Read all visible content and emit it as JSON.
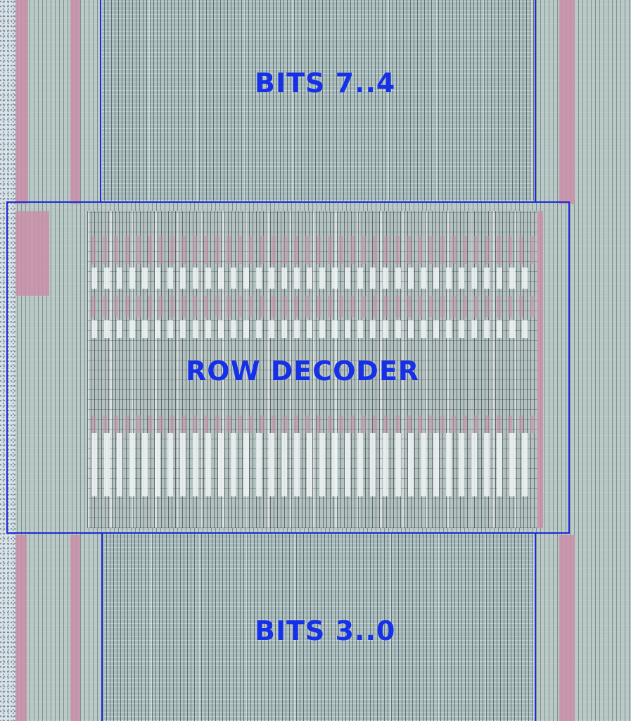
{
  "regions": {
    "upper_array": {
      "label": "BITS 7..4"
    },
    "row_decoder": {
      "label": "ROW DECODER"
    },
    "lower_array": {
      "label": "BITS 3..0"
    }
  },
  "colors": {
    "annotation_blue": "#1a2bd8",
    "poly_pink": "#c98fa8",
    "die_base": "#b9c9c6"
  }
}
